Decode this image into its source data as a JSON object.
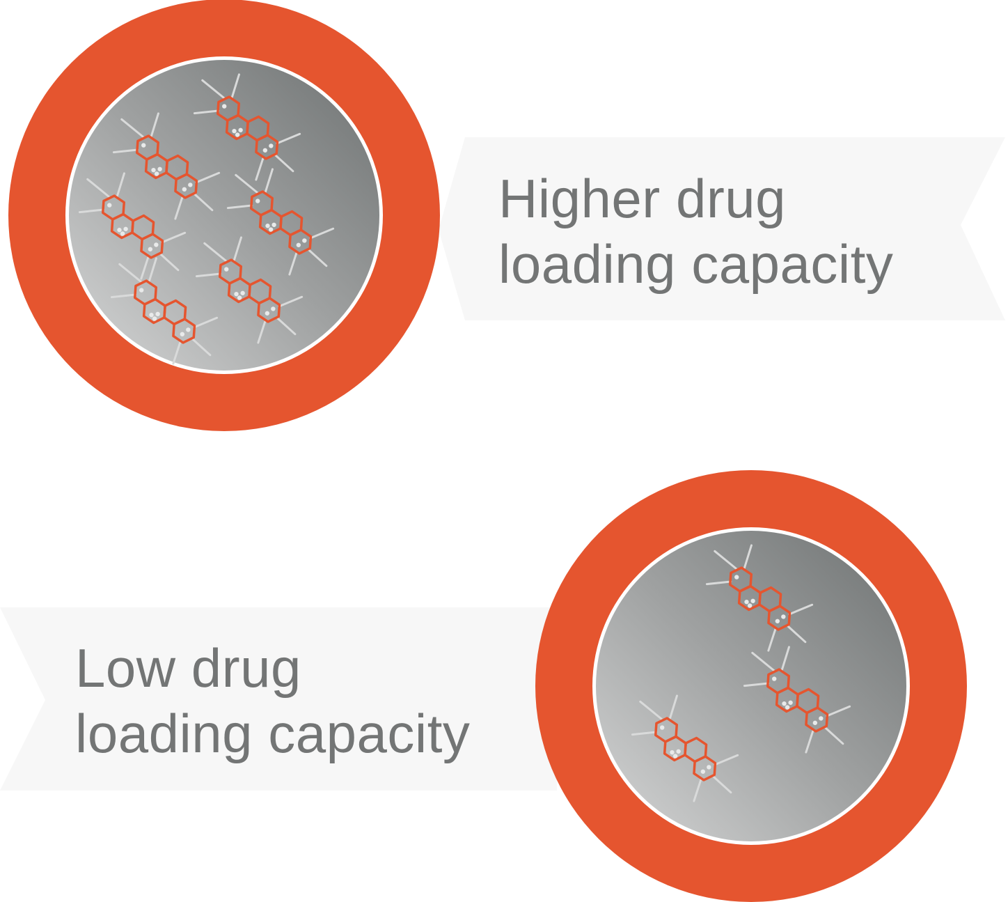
{
  "colors": {
    "orange": "#E5552F",
    "text": "#737575",
    "ribbon": "#F7F7F7",
    "core_light": "#D6D7D7",
    "core_dark": "#6E7272",
    "molecule_spoke": "#D9DADA",
    "molecule_dot": "#E9EAEA"
  },
  "high": {
    "line1": "Higher drug",
    "line2": "loading capacity",
    "molecule_count": 6
  },
  "low": {
    "line1": "Low drug",
    "line2": "loading capacity",
    "molecule_count": 3
  }
}
